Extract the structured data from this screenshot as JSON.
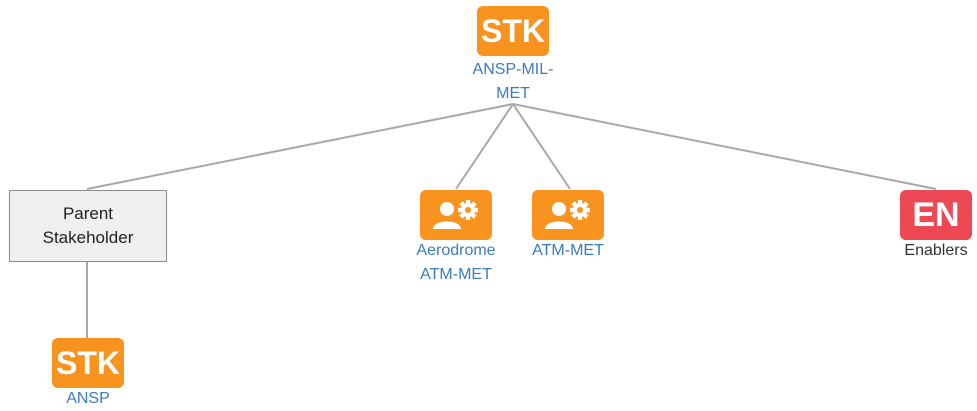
{
  "root": {
    "badge": "STK",
    "label_line1": "ANSP-MIL-",
    "label_line2": "MET"
  },
  "parent_box": {
    "line1": "Parent",
    "line2": "Stakeholder"
  },
  "aerodrome": {
    "label_line1": "Aerodrome",
    "label_line2": "ATM-MET",
    "icon": "user-gear-icon"
  },
  "atm_met": {
    "label": "ATM-MET",
    "icon": "user-gear-icon"
  },
  "enablers": {
    "badge": "EN",
    "label": "Enablers"
  },
  "ansp": {
    "badge": "STK",
    "label": "ANSP"
  },
  "colors": {
    "stakeholder": "#f7931e",
    "enabler": "#ec4955",
    "link_text": "#3b7bbf",
    "connector": "#a8a8a8"
  }
}
